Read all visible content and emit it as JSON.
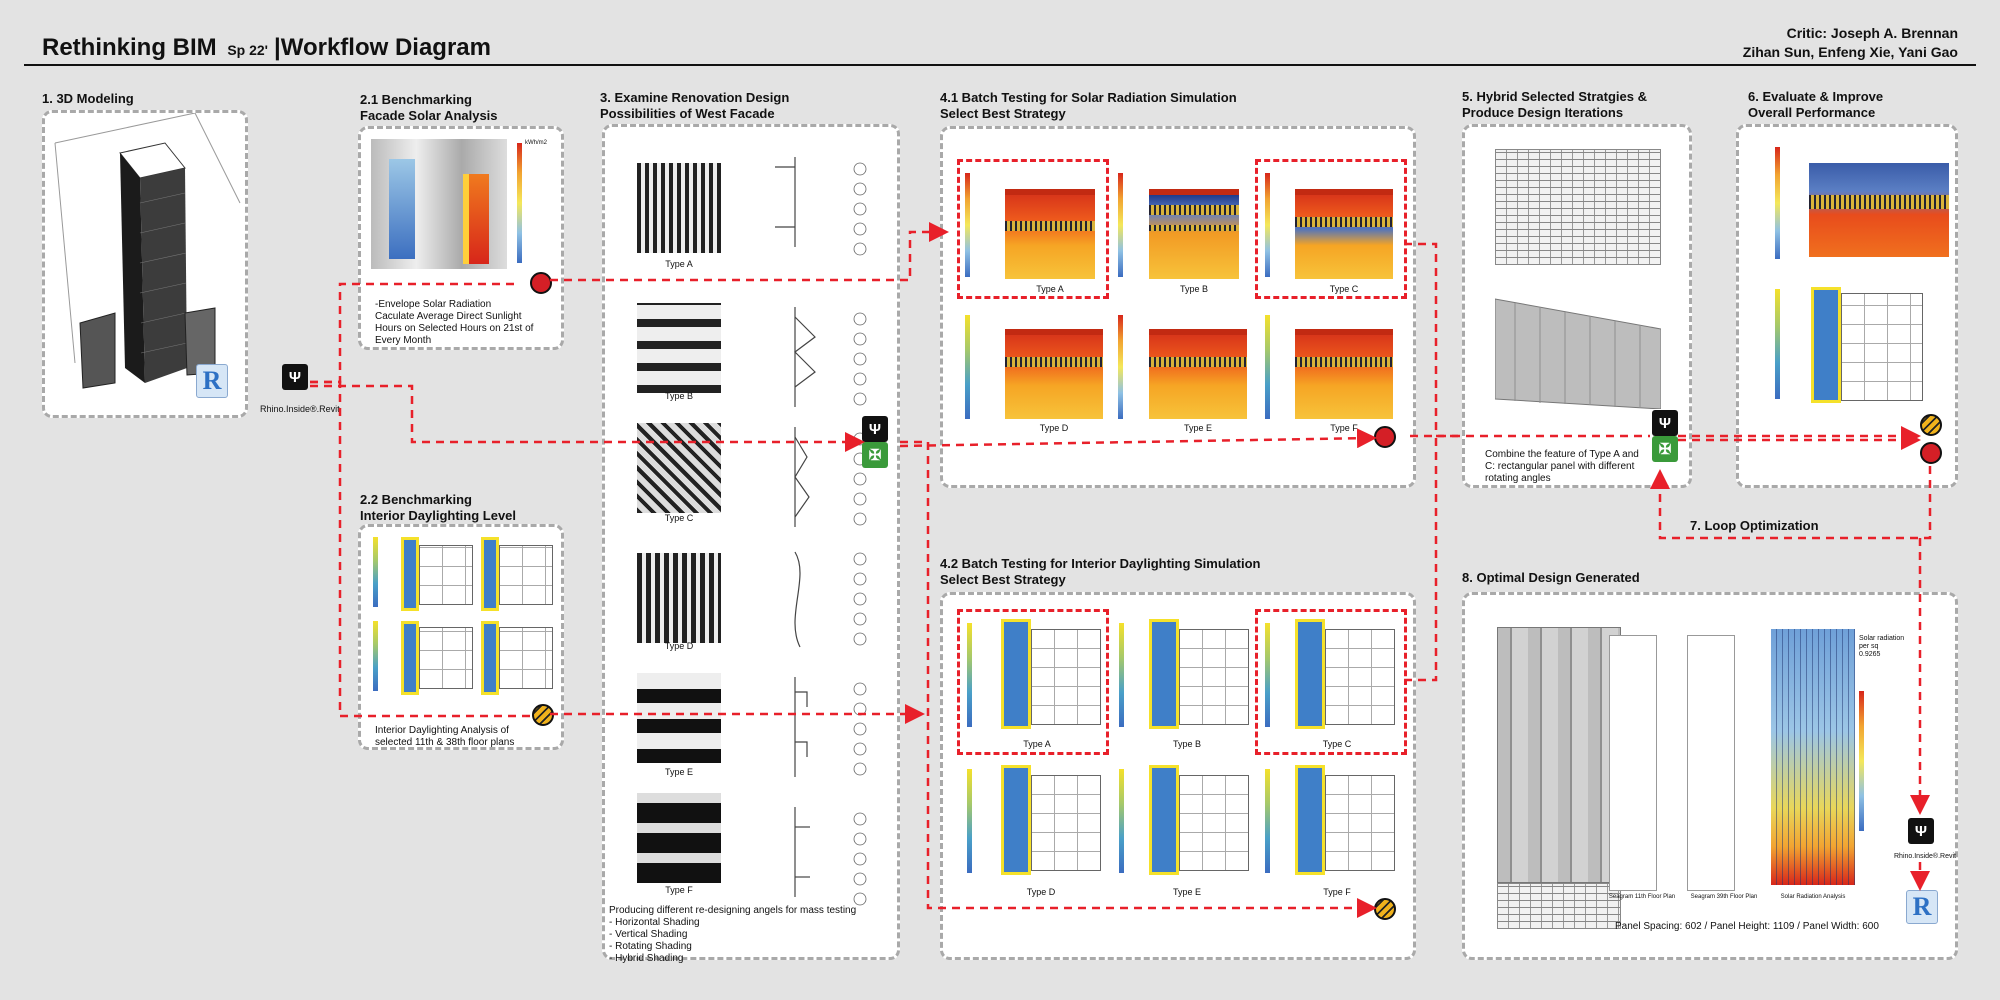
{
  "header": {
    "title": "Rethinking BIM",
    "term": "Sp 22'",
    "subtitle": "|Workflow Diagram",
    "critic": "Critic: Joseph A. Brennan",
    "authors": "Zihan Sun, Enfeng Xie, Yani Gao"
  },
  "sections": {
    "s1": "1. 3D Modeling",
    "s21": "2.1 Benchmarking\n      Facade Solar Analysis",
    "s22": "2.2 Benchmarking\n      Interior Daylighting Level",
    "s3": "3. Examine Renovation Design\n    Possibilities of West Facade",
    "s41": "4.1 Batch Testing for Solar Radiation Simulation\n      Select Best Strategy",
    "s42": "4.2 Batch Testing for Interior Daylighting Simulation\n      Select Best Strategy",
    "s5": "5. Hybrid Selected Stratgies &\n    Produce Design Iterations",
    "s6": "6. Evaluate & Improve\n    Overall Performance",
    "s7": "7. Loop Optimization",
    "s8": "8. Optimal Design Generated"
  },
  "captions": {
    "rhino_inside": "Rhino.Inside®.Revit",
    "rhino_inside_8": "Rhino.Inside®.Revit",
    "envelope": "-Envelope Solar Radiation\nCaculate Average Direct Sunlight\nHours on Selected Hours on 21st of\nEvery Month",
    "interior": "Interior Daylighting Analysis of\nselected 11th & 38th floor plans",
    "producing": "Producing different re-designing angels for mass testing\n- Horizontal Shading\n- Vertical Shading\n- Rotating Shading\n- Hybrid Shading",
    "combine": "Combine the feature of Type A and\nC: rectangular panel with different\nrotating angles",
    "plan11": "Seagram 11th Floor Plan",
    "plan39": "Seagram 39th Floor Plan",
    "solar_rad": "Solar Radiation Analysis",
    "solar_per": "Solar radiation\nper sq\n0.9265",
    "panel_specs": "Panel Spacing: 602 / Panel Height: 1109 / Panel Width: 600",
    "unit": "kWh/m2"
  },
  "types": [
    "Type A",
    "Type B",
    "Type C",
    "Type D",
    "Type E",
    "Type F"
  ],
  "icons": {
    "revit": "R",
    "rhino": "Ψ",
    "grasshopper": "✠"
  },
  "colors": {
    "flow_arrow": "#e8202a",
    "panel_border": "#a9a9a9"
  }
}
